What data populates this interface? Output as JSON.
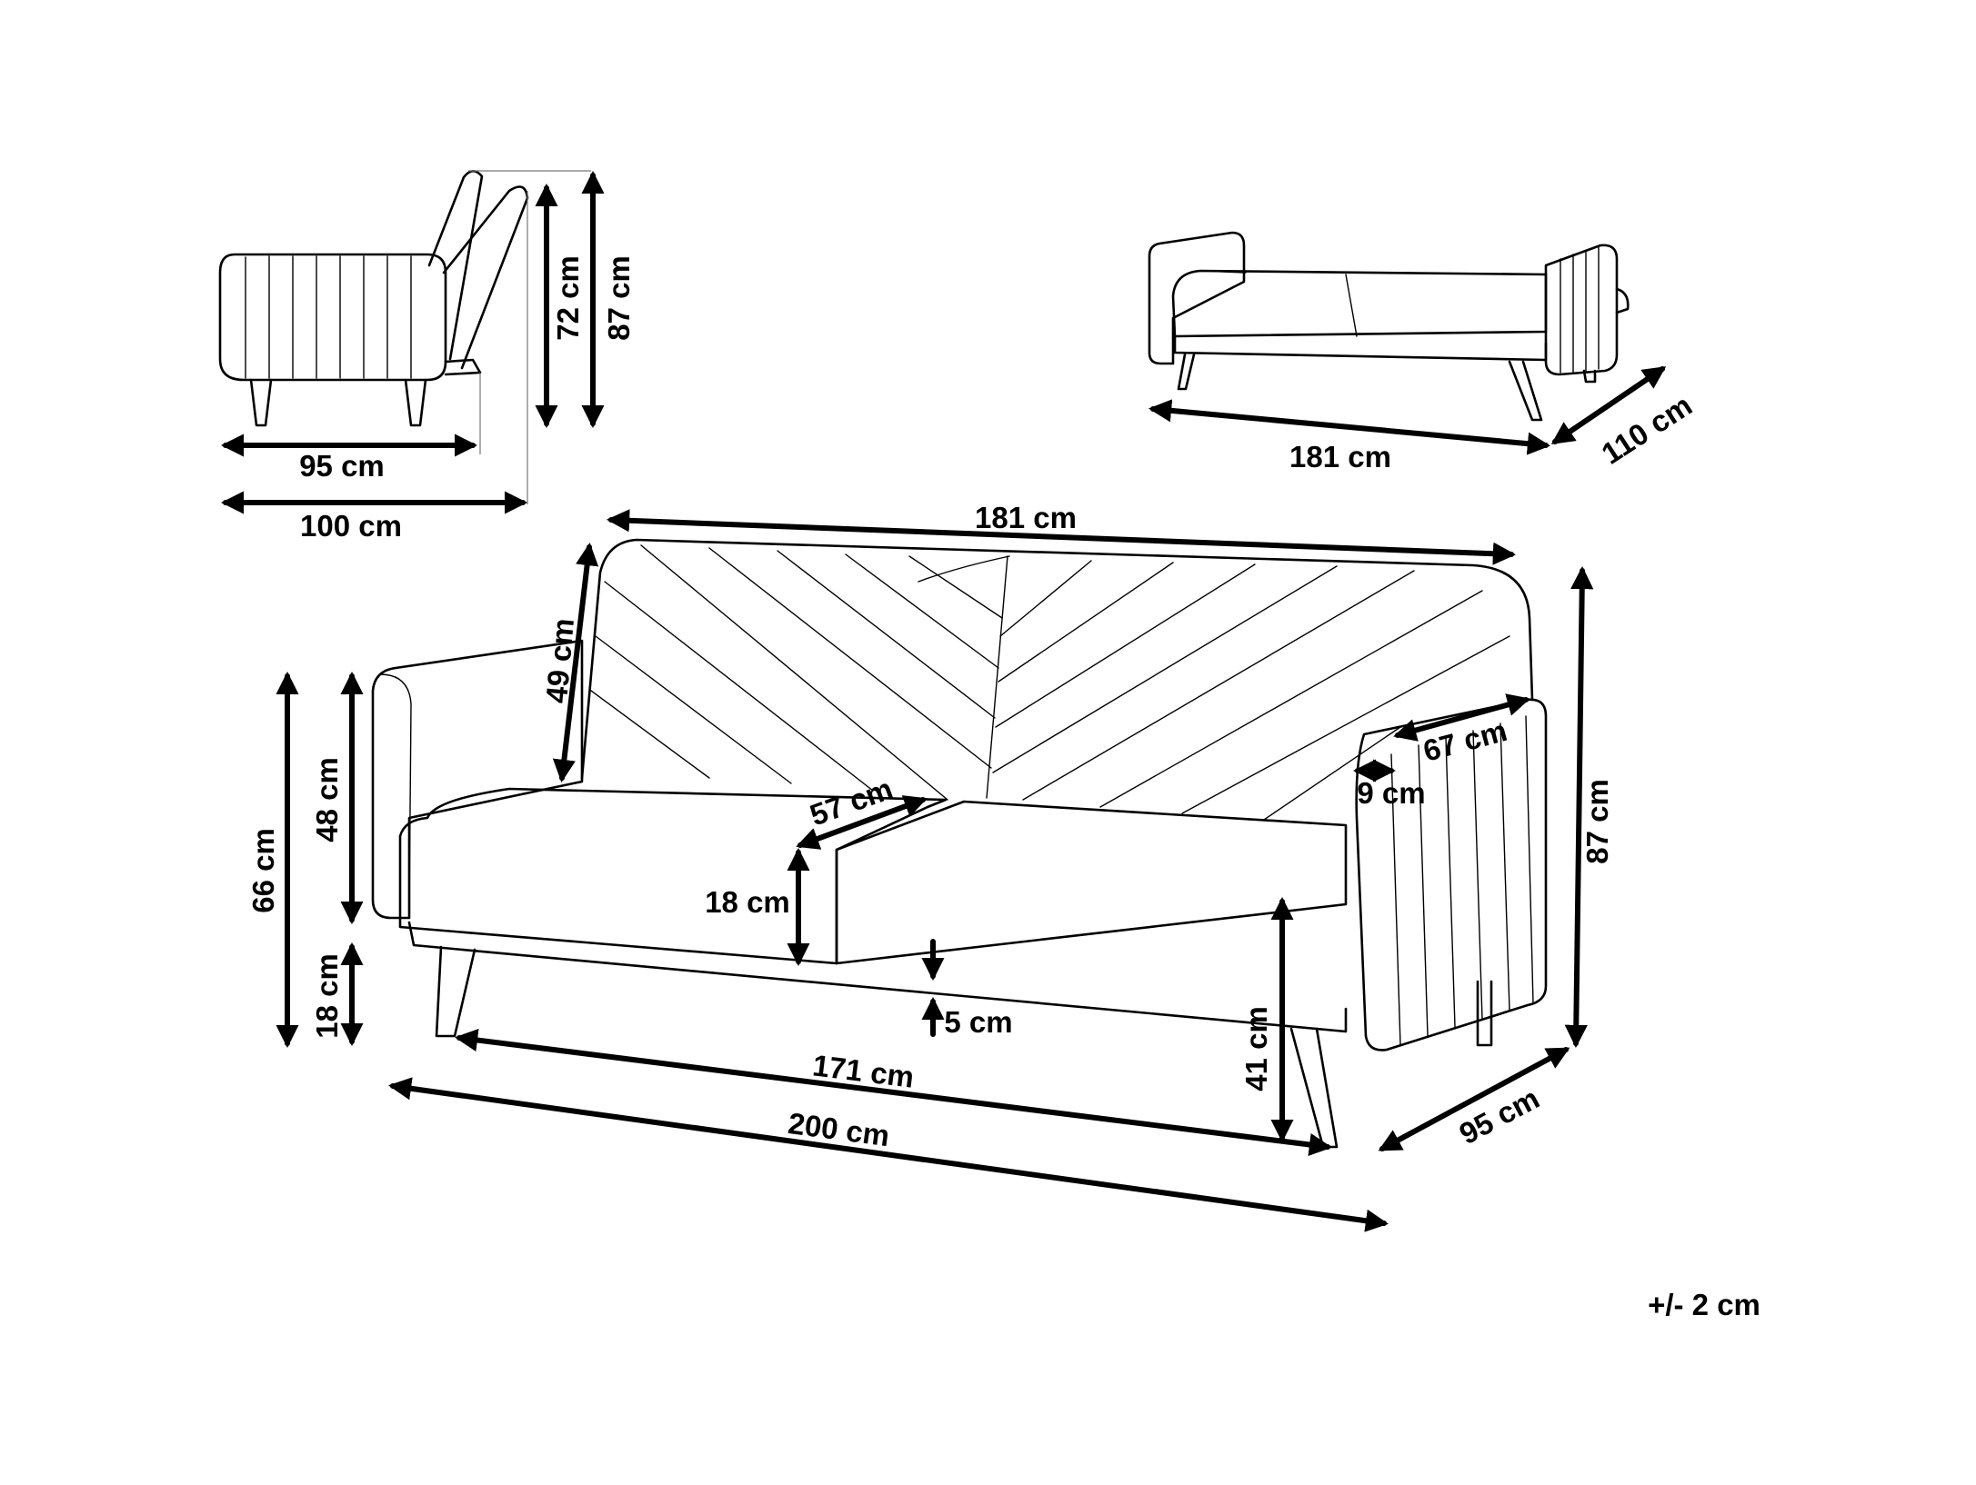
{
  "dimensions": {
    "side_depth_seat": "95 cm",
    "side_depth_total": "100 cm",
    "side_back_height": "72 cm",
    "side_total_height": "87 cm",
    "bed_width": "181 cm",
    "bed_depth": "110 cm",
    "backrest_width": "181 cm",
    "backrest_height": "49 cm",
    "armrest_height": "66 cm",
    "seat_height_from_legs": "48 cm",
    "leg_height": "18 cm",
    "seat_depth": "57 cm",
    "cushion_height": "18 cm",
    "base_thickness": "5 cm",
    "seat_width": "171 cm",
    "total_width": "200 cm",
    "armrest_depth": "67 cm",
    "armrest_width": "9 cm",
    "seat_floor_height": "41 cm",
    "total_height": "87 cm",
    "total_depth": "95 cm"
  },
  "tolerance": "+/- 2 cm",
  "colors": {
    "line": "#000000",
    "background": "#ffffff"
  }
}
